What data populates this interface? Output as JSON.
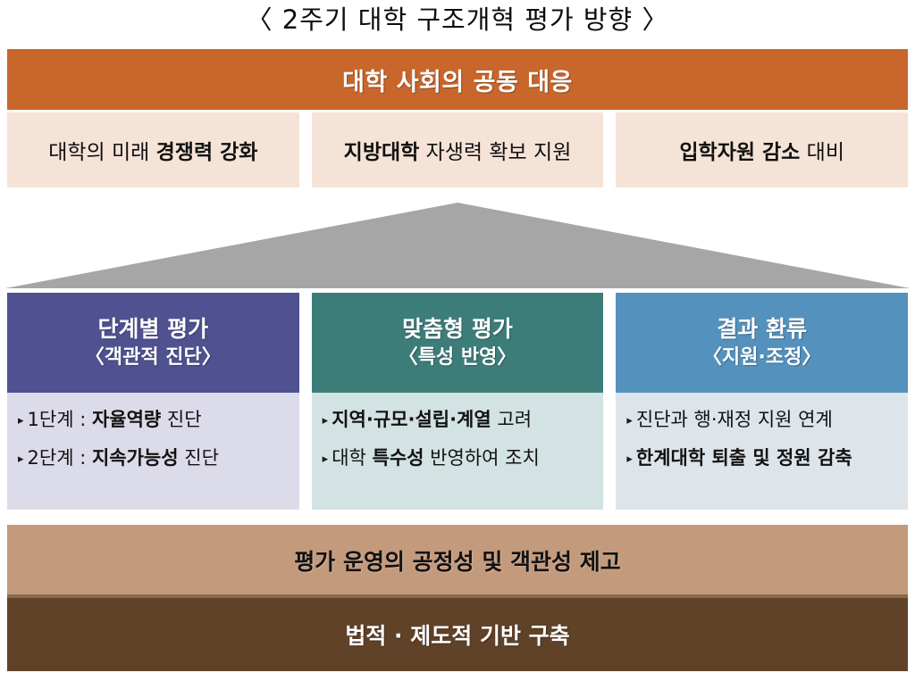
{
  "title": "〈 2주기 대학 구조개혁 평가 방향 〉",
  "top_banner": {
    "label": "대학 사회의 공동 대응",
    "color": "#c8662b"
  },
  "goals": [
    {
      "regular_1": "대학의 미래 ",
      "bold_1": "경쟁력 강화",
      "regular_2": "",
      "full": "대학의 미래 경쟁력 강화"
    },
    {
      "bold_1": "지방대학",
      "regular_1": " 자생력 확보 지원",
      "full": "지방대학 자생력 확보 지원"
    },
    {
      "bold_1": "입학자원 감소",
      "regular_1": " 대비",
      "full": "입학자원 감소 대비"
    }
  ],
  "goal_box_color": "#f6e3d7",
  "roof": {
    "name": "gray-roof-triangle",
    "color": "#a6a6a6"
  },
  "columns": [
    {
      "heading": "단계별 평가",
      "subheading": "〈객관적 진단〉",
      "head_color": "#4f5190",
      "body_color": "#dcdbe9",
      "bullets": [
        {
          "bullet": "▸",
          "regular_1": "1단계 : ",
          "bold_1": "자율역량",
          "regular_2": " 진단",
          "full": "1단계 : 자율역량 진단"
        },
        {
          "bullet": "▸",
          "regular_1": "2단계 : ",
          "bold_1": "지속가능성",
          "regular_2": " 진단",
          "full": "2단계 : 지속가능성 진단"
        }
      ]
    },
    {
      "heading": "맞춤형 평가",
      "subheading": "〈특성 반영〉",
      "head_color": "#3d7d79",
      "body_color": "#d3e2e2",
      "bullets": [
        {
          "bullet": "▸",
          "regular_1": "",
          "bold_1": "지역·규모·설립·계열",
          "regular_2": " 고려",
          "full": "지역·규모·설립·계열 고려"
        },
        {
          "bullet": "▸",
          "regular_1": "대학 ",
          "bold_1": "특수성",
          "regular_2": " 반영하여 조치",
          "full": "대학 특수성 반영하여 조치"
        }
      ]
    },
    {
      "heading": "결과 환류",
      "subheading": "〈지원·조정〉",
      "head_color": "#5591bd",
      "body_color": "#dde4ea",
      "bullets": [
        {
          "bullet": "▸",
          "regular_1": "진단과 행·재정 지원 연계",
          "bold_1": "",
          "regular_2": "",
          "full": "진단과 행·재정 지원 연계"
        },
        {
          "bullet": "▸",
          "regular_1": "",
          "bold_1": "한계대학 퇴출 및 정원 감축",
          "regular_2": "",
          "full": "한계대학 퇴출 및 정원 감축"
        }
      ]
    }
  ],
  "foundation": {
    "light_band": {
      "label": "평가 운영의 공정성 및 객관성 제고",
      "color": "#c49a7c"
    },
    "dark_band": {
      "label": "법적 · 제도적 기반 구축",
      "color": "#604229"
    }
  }
}
